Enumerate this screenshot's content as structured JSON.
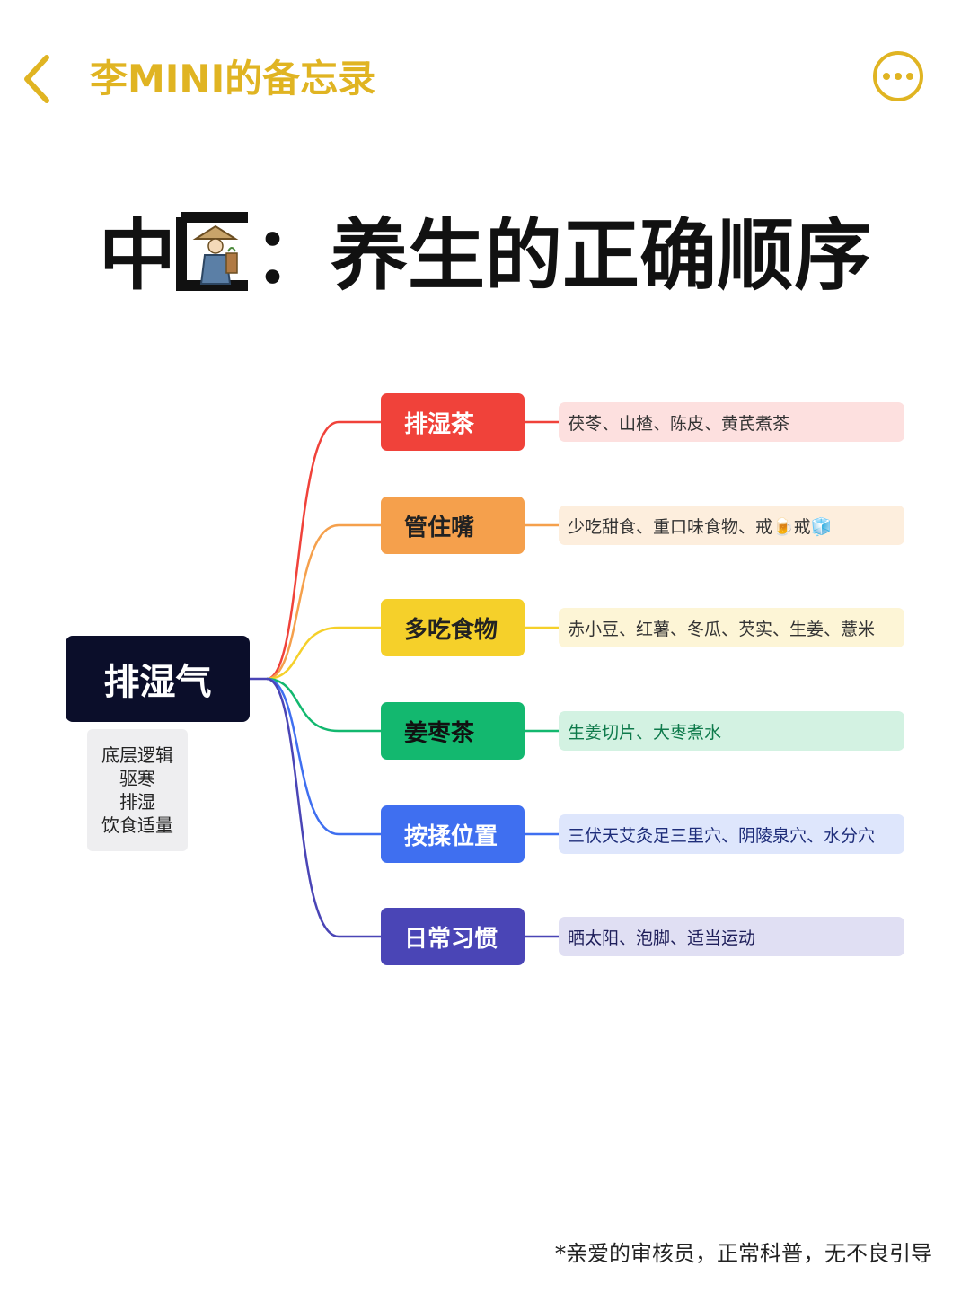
{
  "header": {
    "title": "李MINI的备忘录",
    "back_icon": "chevron-left-icon",
    "more_icon": "more-horizontal-icon",
    "accent_color": "#E0B422"
  },
  "title": {
    "prefix": "中",
    "suffix": "：养生的正确顺序",
    "figure_icon": "doctor-figure-icon"
  },
  "mindmap": {
    "root": {
      "label": "排湿气",
      "color": "#0B0E2A",
      "notes": [
        "底层逻辑",
        "驱寒",
        "排湿",
        "饮食适量"
      ]
    },
    "branches": [
      {
        "label": "排湿茶",
        "detail": "茯苓、山楂、陈皮、黄芪煮茶",
        "color": "#F0423A",
        "label_color": "#FFFFFF",
        "leaf_bg": "#FDE0DF",
        "leaf_text": "#333333"
      },
      {
        "label": "管住嘴",
        "detail": "少吃甜食、重口味食物、戒🍺戒🧊",
        "color": "#F5A04C",
        "label_color": "#222222",
        "leaf_bg": "#FDEEDD",
        "leaf_text": "#333333"
      },
      {
        "label": "多吃食物",
        "detail": "赤小豆、红薯、冬瓜、芡实、生姜、薏米",
        "color": "#F5D02A",
        "label_color": "#222222",
        "leaf_bg": "#FDF5D6",
        "leaf_text": "#333333"
      },
      {
        "label": "姜枣茶",
        "detail": "生姜切片、大枣煮水",
        "color": "#13B86F",
        "label_color": "#111111",
        "leaf_bg": "#D3F2E2",
        "leaf_text": "#0E7A4B"
      },
      {
        "label": "按揉位置",
        "detail": "三伏天艾灸足三里穴、阴陵泉穴、水分穴",
        "color": "#3F6FF0",
        "label_color": "#FFFFFF",
        "leaf_bg": "#DEE6FC",
        "leaf_text": "#1E2D7A"
      },
      {
        "label": "日常习惯",
        "detail": "晒太阳、泡脚、适当运动",
        "color": "#4A45B6",
        "label_color": "#FFFFFF",
        "leaf_bg": "#E0DFF3",
        "leaf_text": "#1E1E5A"
      }
    ]
  },
  "footer": {
    "note": "*亲爱的审核员，正常科普，无不良引导"
  }
}
